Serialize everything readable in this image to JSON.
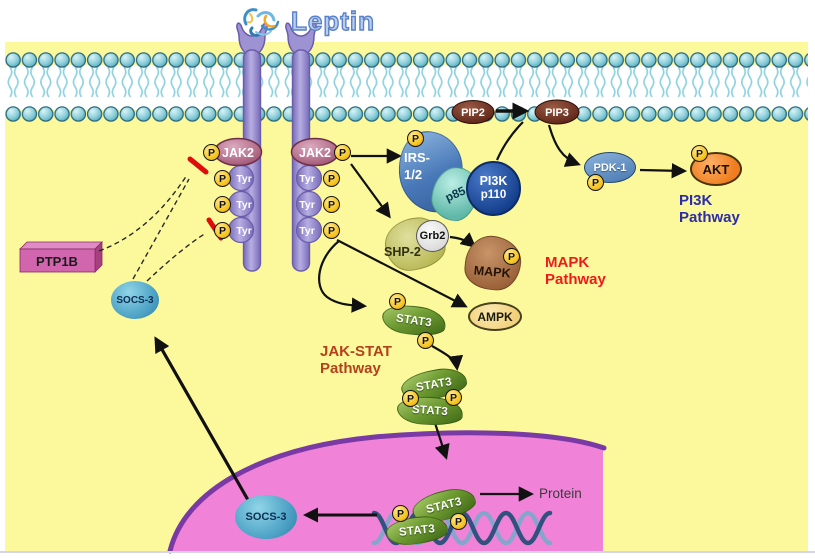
{
  "title": {
    "label": "Leptin"
  },
  "receptor": {
    "jak2": "JAK2",
    "tyr": "Tyr",
    "p": "P"
  },
  "molecules": {
    "pip2": "PIP2",
    "pip3": "PIP3",
    "irs": {
      "l1": "IRS-",
      "l2": "1/2"
    },
    "p85": "p85",
    "pi3k": {
      "l1": "PI3K",
      "l2": "p110"
    },
    "pdk1": "PDK-1",
    "akt": "AKT",
    "shp2": "SHP-2",
    "grb2": "Grb2",
    "mapk": "MAPK",
    "ampk": "AMPK",
    "stat3": "STAT3",
    "ptp1b": "PTP1B",
    "socs3": "SOCS-3"
  },
  "pathways": {
    "pi3k": {
      "l1": "PI3K",
      "l2": "Pathway"
    },
    "mapk": {
      "l1": "MAPK",
      "l2": "Pathway"
    },
    "jak_stat": {
      "l1": "JAK-STAT",
      "l2": "Pathway"
    }
  },
  "nucleus": {
    "protein_label": "Protein"
  },
  "colors": {
    "cytoplasm": "#fbf99c",
    "membrane_head": "#8fd0db",
    "receptor_purple": "#9488cc",
    "phospho_gold": "#f6c21c",
    "jak2_pink": "#c08ba6",
    "nucleus_pink": "#f083d8",
    "nucleus_border": "#7a3aa5",
    "inhibition_red": "#e00b0b",
    "pi3k_pathway_text": "#2d2da8",
    "mapk_pathway_text": "#ec1c1c",
    "jak_stat_pathway_text": "#b3411c"
  }
}
